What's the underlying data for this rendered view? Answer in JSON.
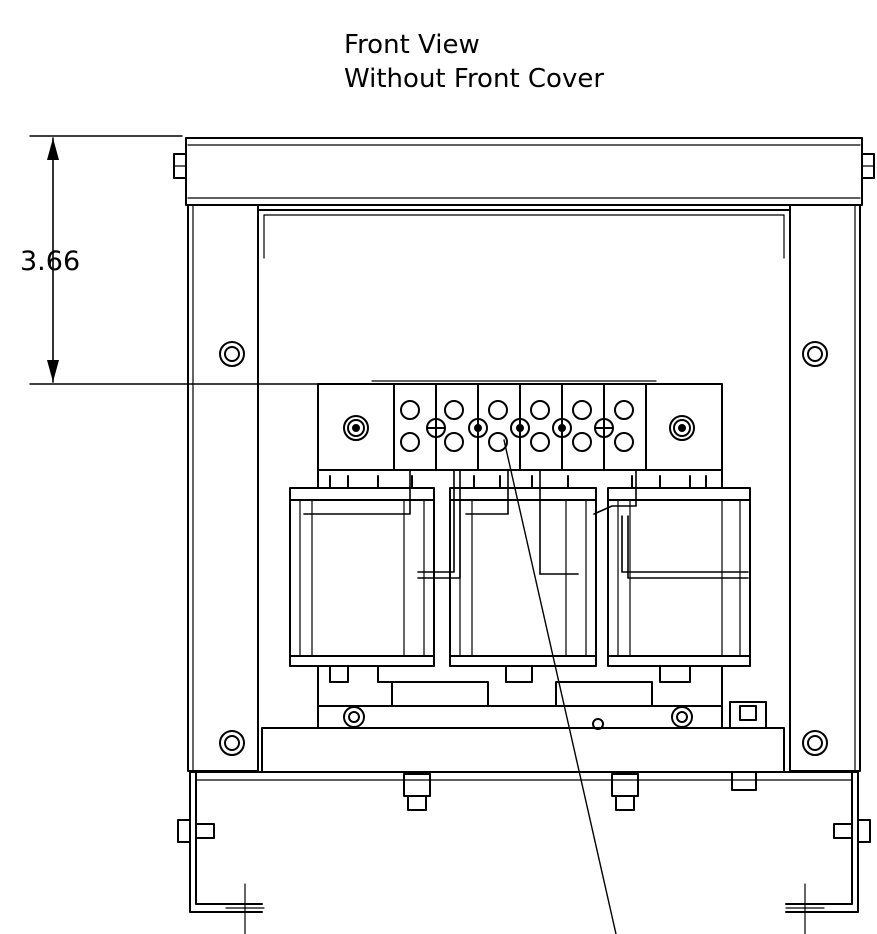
{
  "title": {
    "line1": "Front View",
    "line2": "Without Front Cover"
  },
  "dimension": {
    "value": "3.66"
  }
}
